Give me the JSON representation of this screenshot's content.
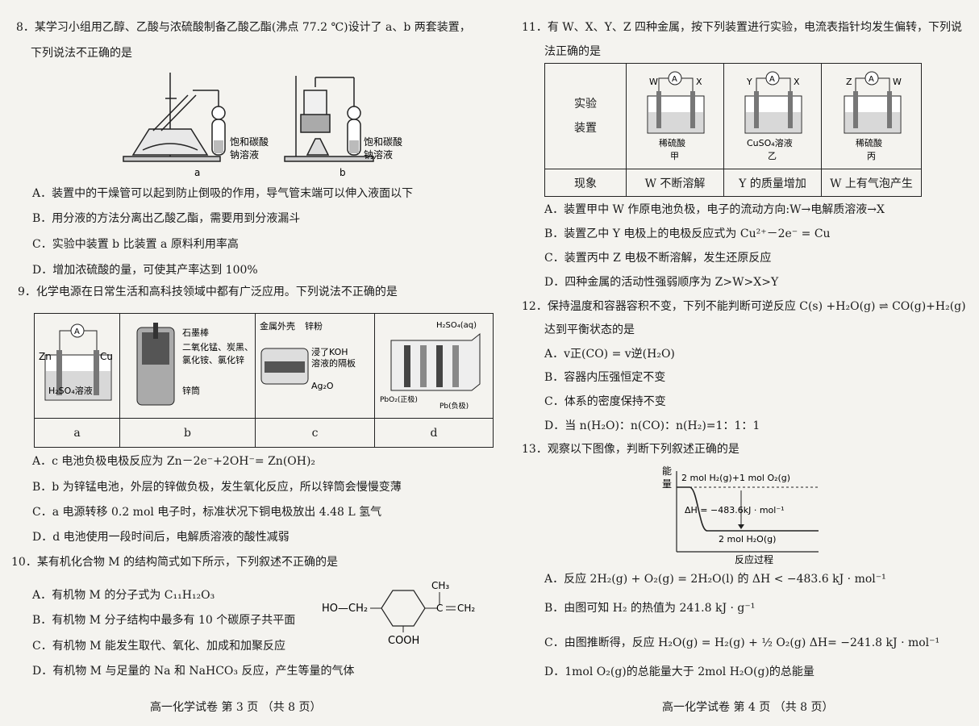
{
  "left": {
    "q8": {
      "stem1": "8．某学习小组用乙醇、乙酸与浓硫酸制备乙酸乙酯(沸点 77.2 ℃)设计了 a、b 两套装置，",
      "stem2": "下列说法不正确的是",
      "label_solution_a": "饱和碳酸",
      "label_solution_a2": "钠溶液",
      "label_solution_b": "饱和碳酸",
      "label_solution_b2": "钠溶液",
      "caption_a": "a",
      "caption_b": "b",
      "options": [
        "A．装置中的干燥管可以起到防止倒吸的作用，导气管末端可以伸入液面以下",
        "B．用分液的方法分离出乙酸乙酯，需要用到分液漏斗",
        "C．实验中装置 b 比装置 a 原料利用率高",
        "D．增加浓硫酸的量，可使其产率达到 100%"
      ]
    },
    "q9": {
      "stem": "9．化学电源在日常生活和高科技领域中都有广泛应用。下列说法不正确的是",
      "cell_a": {
        "zn": "Zn",
        "cu": "Cu",
        "meter": "A",
        "electrolyte": "H₂SO₄溶液",
        "caption": "a"
      },
      "cell_b": {
        "l1": "石墨棒",
        "l2": "二氧化锰、炭黑、",
        "l3": "氯化铵、氯化锌",
        "l4": "锌筒",
        "caption": "b"
      },
      "cell_c": {
        "l1": "金属外壳",
        "l2": "锌粉",
        "l3": "浸了KOH",
        "l4": "溶液的隔板",
        "l5": "Ag₂O",
        "caption": "c"
      },
      "cell_d": {
        "l1": "H₂SO₄(aq)",
        "l2": "PbO₂(正极)",
        "l3": "Pb(负极)",
        "caption": "d"
      },
      "options": [
        "A．c 电池负极电极反应为 Zn－2e⁻+2OH⁻= Zn(OH)₂",
        "B．b 为锌锰电池，外层的锌做负极，发生氧化反应，所以锌筒会慢慢变薄",
        "C．a 电源转移 0.2 mol 电子时，标准状况下铜电极放出 4.48 L 氢气",
        "D．d 电池使用一段时间后，电解质溶液的酸性减弱"
      ]
    },
    "q10": {
      "stem": "10．某有机化合物 M 的结构简式如下所示，下列叙述不正确的是",
      "struct": {
        "ho": "HO—CH₂",
        "ch3": "CH₃",
        "ch2": "CH₂",
        "cooh": "COOH"
      },
      "options": [
        "A．有机物 M 的分子式为 C₁₁H₁₂O₃",
        "B．有机物 M 分子结构中最多有 10 个碳原子共平面",
        "C．有机物 M 能发生取代、氧化、加成和加聚反应",
        "D．有机物 M 与足量的 Na 和 NaHCO₃ 反应，产生等量的气体"
      ]
    },
    "footer": "高一化学试卷  第 3 页  （共 8 页）"
  },
  "right": {
    "q11": {
      "stem1": "11．有 W、X、Y、Z 四种金属，按下列装置进行实验，电流表指针均发生偏转，下列说",
      "stem2": "法正确的是",
      "row1_head1": "实验",
      "row1_head2": "装置",
      "row2_head": "现象",
      "cells": [
        {
          "left": "W",
          "right": "X",
          "meter": "A",
          "sol1": "稀硫酸",
          "sol2": "甲",
          "phenomenon": "W 不断溶解"
        },
        {
          "left": "Y",
          "right": "X",
          "meter": "A",
          "sol1": "CuSO₄溶液",
          "sol2": "乙",
          "phenomenon": "Y 的质量增加"
        },
        {
          "left": "Z",
          "right": "W",
          "meter": "A",
          "sol1": "稀硫酸",
          "sol2": "丙",
          "phenomenon": "W 上有气泡产生"
        }
      ],
      "options": [
        "A．装置甲中 W 作原电池负极，电子的流动方向:W→电解质溶液→X",
        "B．装置乙中 Y 电极上的电极反应式为 Cu²⁺－2e⁻ = Cu",
        "C．装置丙中 Z 电极不断溶解，发生还原反应",
        "D．四种金属的活动性强弱顺序为 Z>W>X>Y"
      ]
    },
    "q12": {
      "stem1": "12．保持温度和容器容积不变，下列不能判断可逆反应 C(s) +H₂O(g) ⇌ CO(g)+H₂(g)",
      "stem2": "达到平衡状态的是",
      "options": [
        "A．v正(CO) = v逆(H₂O)",
        "B．容器内压强恒定不变",
        "C．体系的密度保持不变",
        "D．当 n(H₂O)：n(CO)：n(H₂)=1：1：1"
      ]
    },
    "q13": {
      "stem": "13．观察以下图像，判断下列叙述正确的是",
      "graph": {
        "y_label1": "能",
        "y_label2": "量",
        "x_label": "反应过程",
        "top_level": "2 mol H₂(g)+1 mol O₂(g)",
        "bottom_level": "2 mol H₂O(g)",
        "delta_h": "ΔH = −483.6kJ · mol⁻¹"
      },
      "options": [
        "A．反应 2H₂(g) + O₂(g) = 2H₂O(l) 的 ΔH < −483.6 kJ · mol⁻¹",
        "B．由图可知 H₂ 的热值为 241.8 kJ · g⁻¹",
        "C．由图推断得，反应 H₂O(g) = H₂(g) + ½ O₂(g)   ΔH= −241.8 kJ · mol⁻¹",
        "D．1mol O₂(g)的总能量大于 2mol H₂O(g)的总能量"
      ]
    },
    "footer": "高一化学试卷  第 4 页  （共 8 页）"
  }
}
